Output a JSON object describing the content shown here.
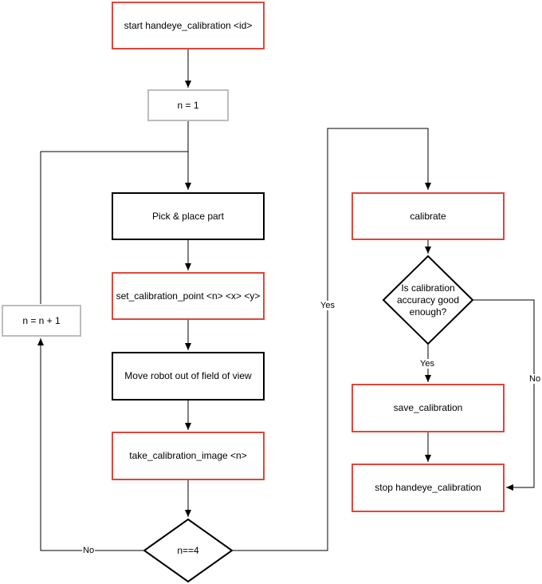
{
  "nodes": {
    "start": "start handeye_calibration <id>",
    "n_init": "n = 1",
    "pick_place": "Pick & place part",
    "set_point": "set_calibration_point <n> <x> <y>",
    "move_robot": "Move robot out of field of view",
    "take_image": "take_calibration_image <n>",
    "n_check": "n==4",
    "n_increment": "n = n + 1",
    "calibrate": "calibrate",
    "accuracy_check": "Is calibration accuracy good enough?",
    "save": "save_calibration",
    "stop": "stop handeye_calibration"
  },
  "edge_labels": {
    "no_loop": "No",
    "yes_to_calibrate": "Yes",
    "yes_to_save": "Yes",
    "no_to_stop": "No"
  },
  "colors": {
    "red_border": "#e0463a",
    "gray_border": "#bdbdbd",
    "black_border": "#000000"
  }
}
